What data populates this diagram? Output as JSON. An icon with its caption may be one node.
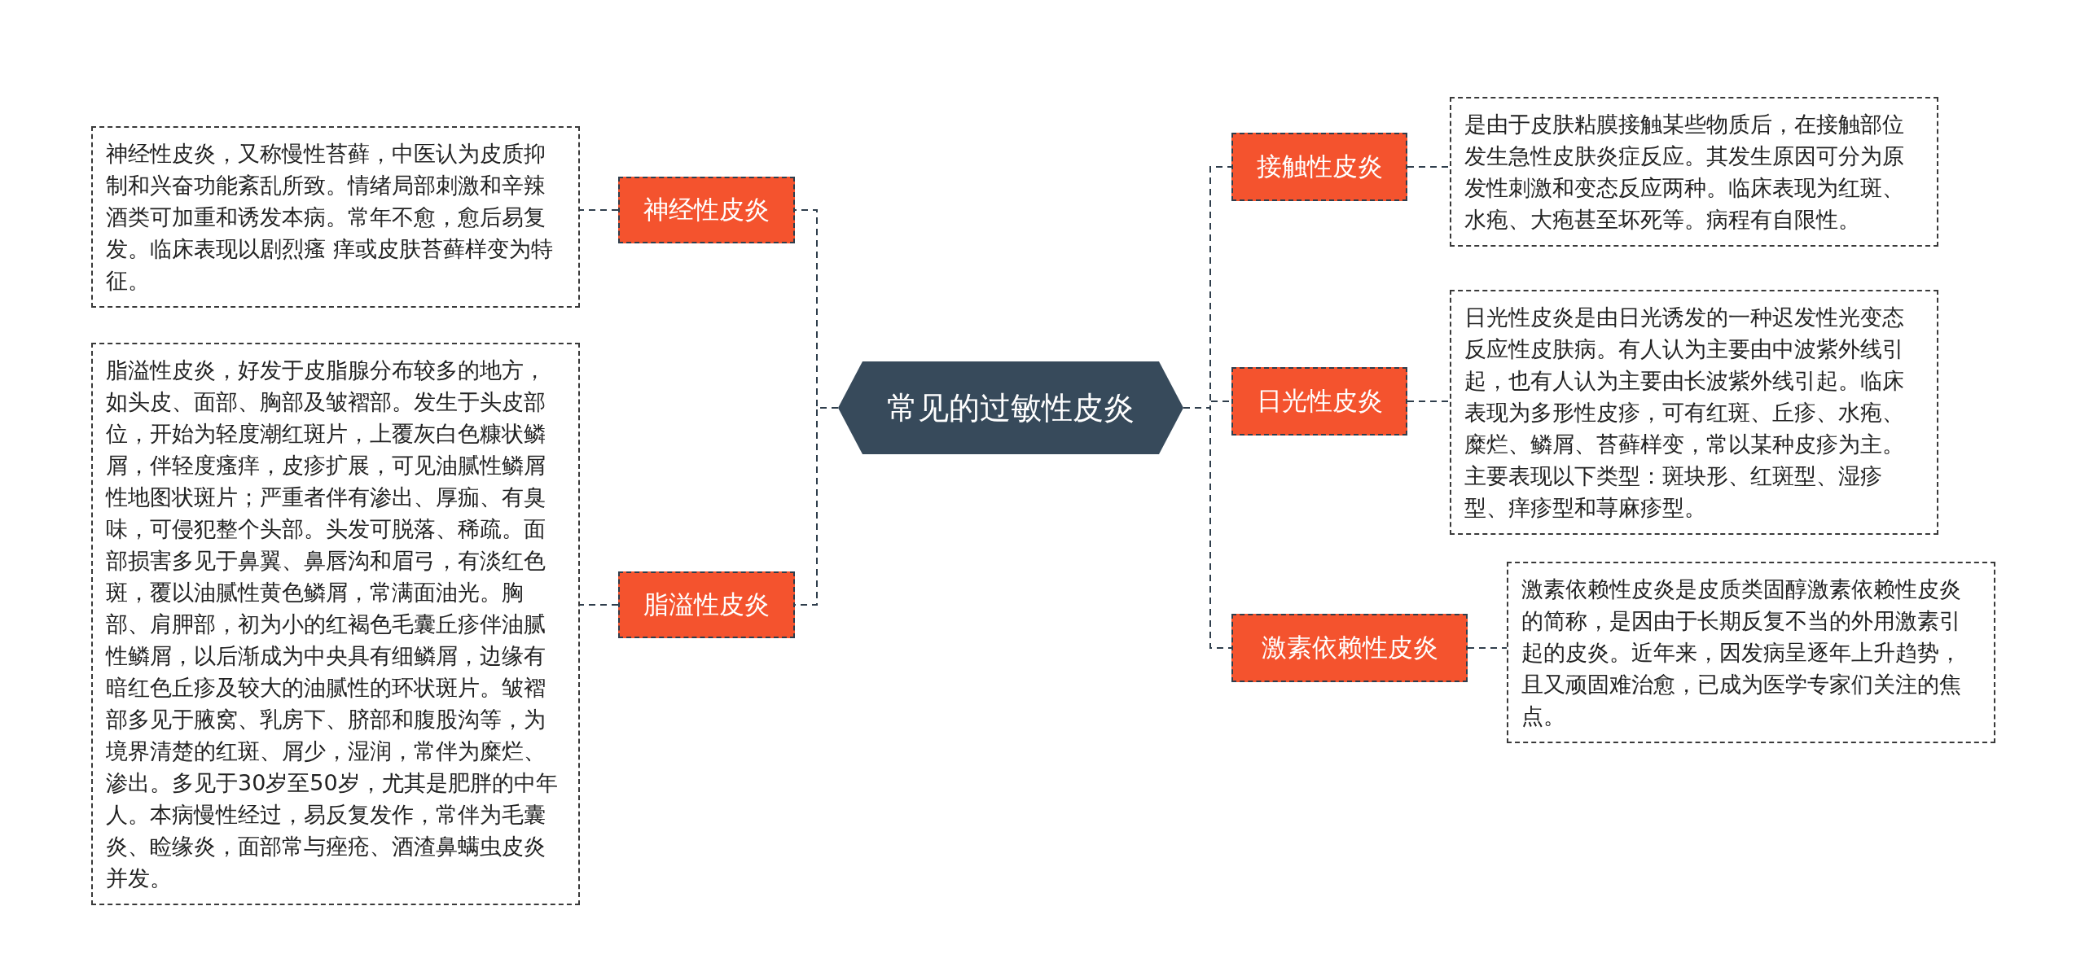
{
  "diagram": {
    "nodes": [
      {
        "text": [
          "常见的过敏性皮炎"
        ]
      },
      {
        "text": [
          "神经性皮炎"
        ]
      },
      {
        "text": [
          "神经性皮炎，又称慢性苔藓，中医认为皮质抑制和兴奋功能紊乱所致。情绪局部刺激和辛辣酒类可加重和诱发本病。常年不愈，愈后易复发。临床表现以剧烈瘙 痒或皮肤苔藓样变为特征。"
        ]
      },
      {
        "text": [
          "脂溢性皮炎"
        ]
      },
      {
        "text": [
          "脂溢性皮炎，好发于皮脂腺分布较多的地方，如头皮、面部、胸部及皱褶部。发生于头皮部位，开始为轻度潮红斑片，上覆灰白色糠状鳞屑，伴轻度瘙痒，皮疹扩展，可见油腻性鳞屑性地图状斑片；严重者伴有渗出、厚痂、有臭味，可侵犯整个头部。头发可脱落、稀疏。面部损害多见于鼻翼、鼻唇沟和眉弓，有淡红色斑，覆以油腻性黄色鳞屑，常满面油光。胸部、肩胛部，初为小的红褐色毛囊丘疹伴油腻性鳞屑，以后渐成为中央具有细鳞屑，边缘有暗红色丘疹及较大的油腻性的环状斑片。皱褶部多见于腋窝、乳房下、脐部和腹股沟等，为境界清楚的红斑、屑少，湿润，常伴为糜烂、渗出。多见于30岁至50岁，尤其是肥胖的中年人。本病慢性经过，易反复发作，常伴为毛囊炎、睑缘炎，面部常与痤疮、酒渣鼻螨虫皮炎并发。"
        ]
      },
      {
        "text": [
          "接触性皮炎"
        ]
      },
      {
        "text": [
          "是由于皮肤粘膜接触某些物质后，在接触部位发生急性皮肤炎症反应。其发生原因可分为原发性刺激和变态反应两种。临床表现为红斑、水疱、大疱甚至坏死等。病程有自限性。"
        ]
      },
      {
        "text": [
          "日光性皮炎"
        ]
      },
      {
        "text": [
          "日光性皮炎是由日光诱发的一种迟发性光变态反应性皮肤病。有人认为主要由中波紫外线引起，也有人认为主要由长波紫外线引起。临床表现为多形性皮疹，可有红斑、丘疹、水疱、糜烂、鳞屑、苔藓样变，常以某种皮疹为主。主要表现以下类型：斑块形、红斑型、湿疹型、痒疹型和荨麻疹型。"
        ]
      },
      {
        "text": [
          "激素依赖性皮炎"
        ]
      },
      {
        "text": [
          "激素依赖性皮炎是皮质类固醇激素依赖性皮炎的简称，是因由于长期反复不当的外用激素引起的皮炎。近年来，因发病呈逐年上升趋势，且又顽固难治愈，已成为医学专家们关注的焦点。"
        ]
      }
    ],
    "edges": [
      {
        "from": 0,
        "to": 1,
        "arrow": "none",
        "style": "dashed"
      },
      {
        "from": 1,
        "to": 2,
        "arrow": "none",
        "style": "dashed"
      },
      {
        "from": 0,
        "to": 3,
        "arrow": "none",
        "style": "dashed"
      },
      {
        "from": 3,
        "to": 4,
        "arrow": "none",
        "style": "dashed"
      },
      {
        "from": 0,
        "to": 5,
        "arrow": "none",
        "style": "dashed"
      },
      {
        "from": 5,
        "to": 6,
        "arrow": "none",
        "style": "dashed"
      },
      {
        "from": 0,
        "to": 7,
        "arrow": "none",
        "style": "dashed"
      },
      {
        "from": 7,
        "to": 8,
        "arrow": "none",
        "style": "dashed"
      },
      {
        "from": 0,
        "to": 9,
        "arrow": "none",
        "style": "dashed"
      },
      {
        "from": 9,
        "to": 10,
        "arrow": "none",
        "style": "dashed"
      }
    ]
  }
}
